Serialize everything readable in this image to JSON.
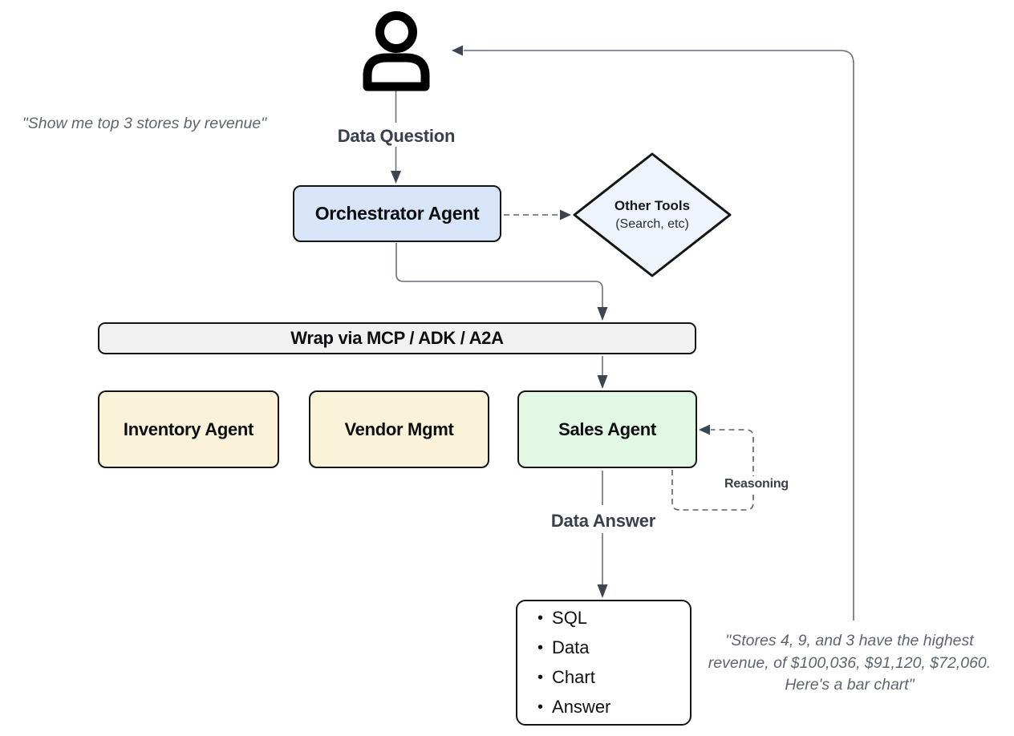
{
  "quotes": {
    "user": "\"Show me top 3 stores by revenue\"",
    "answer": "\"Stores 4, 9, and 3 have the highest revenue, of $100,036, $91,120, $72,060. Here's a bar chart\""
  },
  "labels": {
    "data_question": "Data Question",
    "data_answer": "Data Answer",
    "reasoning": "Reasoning"
  },
  "nodes": {
    "orchestrator": "Orchestrator Agent",
    "other_tools_title": "Other Tools",
    "other_tools_sub": "(Search, etc)",
    "wrap_bar": "Wrap via MCP / ADK / A2A",
    "inventory": "Inventory Agent",
    "vendor": "Vendor Mgmt",
    "sales": "Sales Agent"
  },
  "output_box": {
    "bullet": "•",
    "items": [
      "SQL",
      "Data",
      "Chart",
      "Answer"
    ]
  },
  "colors": {
    "orchestrator_fill": "#d8e4f8",
    "tools_fill": "#eef3fc",
    "bar_fill": "#f1f1f2",
    "agent_fill": "#fbf2da",
    "sales_fill": "#e3f7e5",
    "output_fill": "#ffffff",
    "border_color": "#151515",
    "line_color": "#6a6f78",
    "dash_color": "#5b6068",
    "arrow_color": "#3e4450",
    "label_color": "#3a4049",
    "quote_color": "#5e6571"
  }
}
